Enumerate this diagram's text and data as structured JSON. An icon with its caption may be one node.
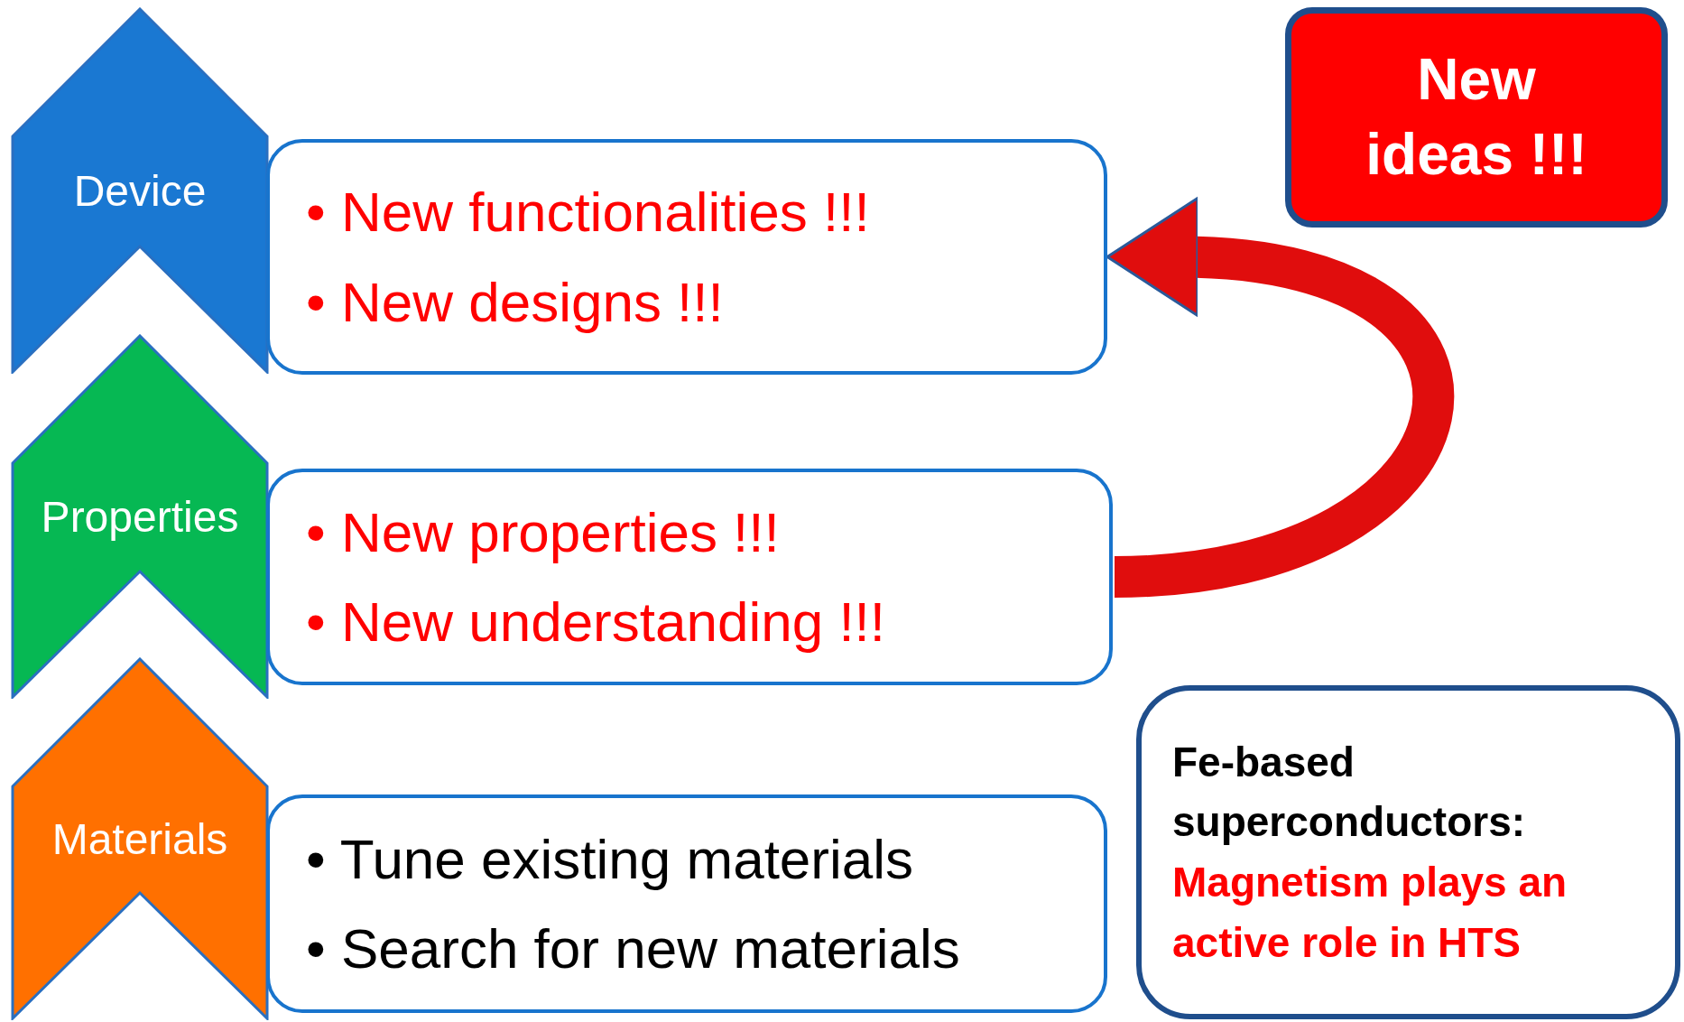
{
  "diagram": {
    "nodes": [
      {
        "text": [
          "Device"
        ]
      },
      {
        "text": [
          "• New functionalities !!!",
          "• New designs !!!"
        ]
      },
      {
        "text": [
          "Properties"
        ]
      },
      {
        "text": [
          "• New properties !!!",
          "• New understanding !!!"
        ]
      },
      {
        "text": [
          "Materials"
        ]
      },
      {
        "text": [
          "• Tune existing materials",
          "• Search for new materials"
        ]
      },
      {
        "text": [
          "New ideas !!!"
        ]
      },
      {
        "text": [
          "Fe-based superconductors:",
          "Magnetism plays an active role in HTS"
        ]
      }
    ],
    "edges": [
      {
        "from": 3,
        "to": 1,
        "arrow": "to"
      }
    ]
  }
}
